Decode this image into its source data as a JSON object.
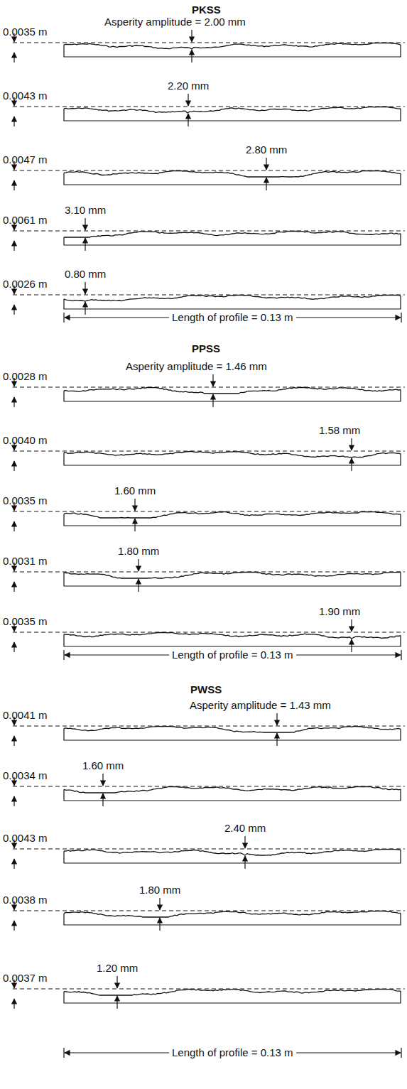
{
  "diagram": {
    "labels": [
      "PKSS",
      "0.0035 m",
      "Asperity amplitude = 2.00 mm",
      "0.0043 m",
      "2.20 mm",
      "0.0047 m",
      "2.80 mm",
      "0.0061 m",
      "3.10 mm",
      "0.0026 m",
      "0.80 mm",
      "Length of profile =  0.13 m",
      "PPSS",
      "0.0028 m",
      "Asperity amplitude = 1.46 mm",
      "0.0040 m",
      "1.58 mm",
      "0.0035 m",
      "1.60 mm",
      "0.0031 m",
      "1.80 mm",
      "0.0035 m",
      "1.90 mm",
      "Length of profile =  0.13 m",
      "PWSS",
      "0.0041 m",
      "Asperity amplitude = 1.43 mm",
      "0.0034 m",
      "1.60 mm",
      "0.0043 m",
      "2.40 mm",
      "0.0038 m",
      "1.80 mm",
      "0.0037 m",
      "1.20 mm",
      "Length of profile =  0.13 m"
    ]
  }
}
